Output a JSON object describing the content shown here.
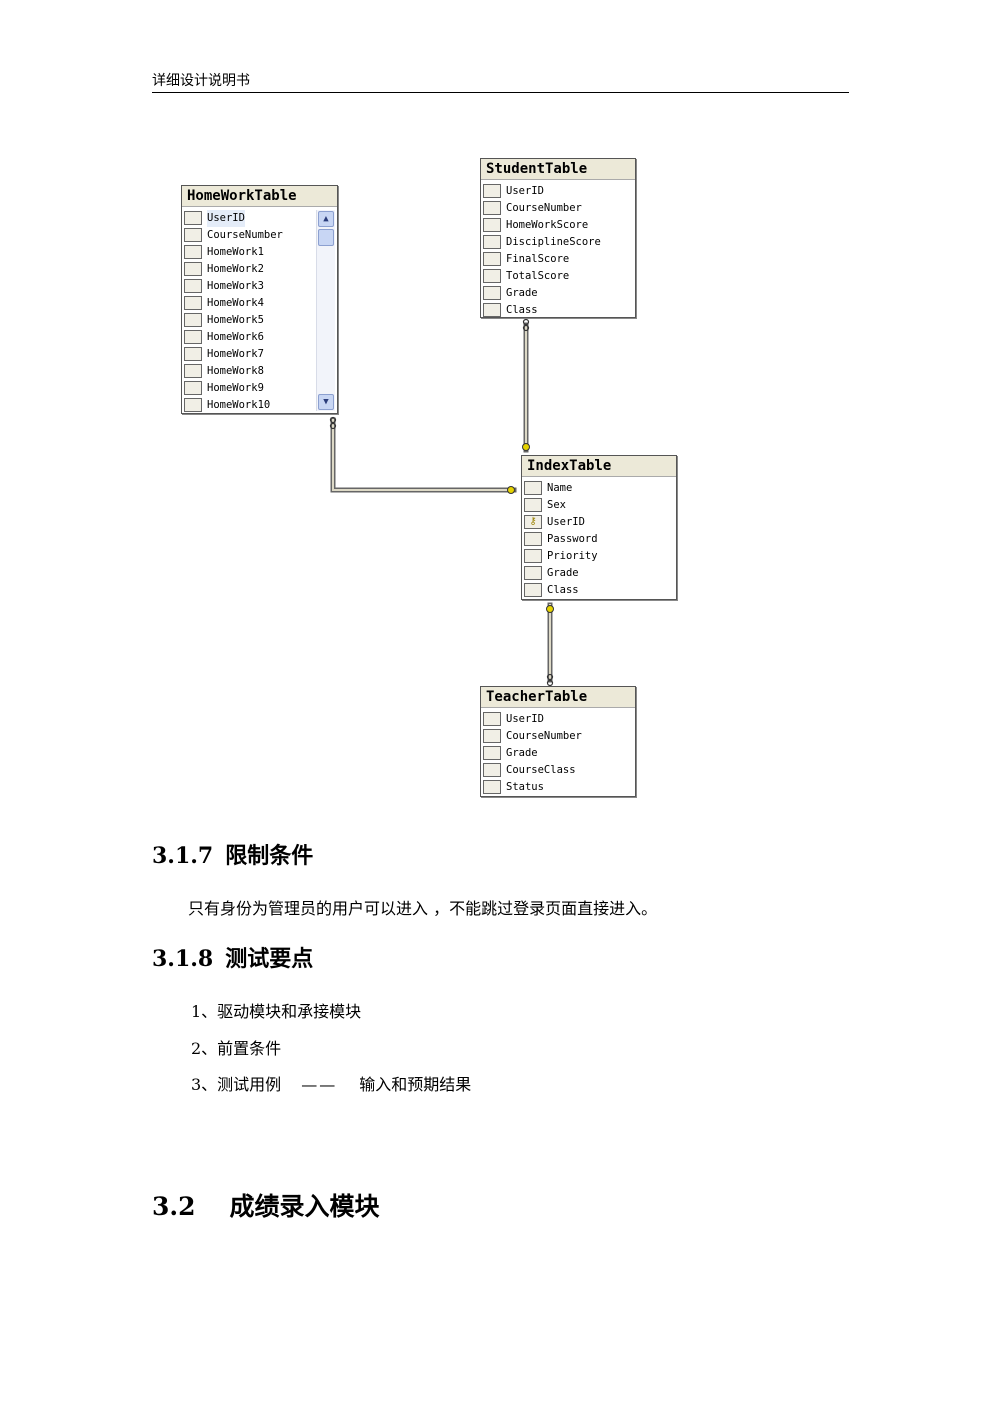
{
  "header": {
    "title": "详细设计说明书"
  },
  "diagram": {
    "tables": [
      {
        "id": "homework",
        "name": "HomeWorkTable",
        "fields": [
          "UserID",
          "CourseNumber",
          "HomeWork1",
          "HomeWork2",
          "HomeWork3",
          "HomeWork4",
          "HomeWork5",
          "HomeWork6",
          "HomeWork7",
          "HomeWork8",
          "HomeWork9",
          "HomeWork10"
        ],
        "key_field": ""
      },
      {
        "id": "student",
        "name": "StudentTable",
        "fields": [
          "UserID",
          "CourseNumber",
          "HomeWorkScore",
          "DisciplineScore",
          "FinalScore",
          "TotalScore",
          "Grade",
          "Class"
        ],
        "key_field": ""
      },
      {
        "id": "index",
        "name": "IndexTable",
        "fields": [
          "Name",
          "Sex",
          "UserID",
          "Password",
          "Priority",
          "Grade",
          "Class"
        ],
        "key_field": "UserID"
      },
      {
        "id": "teacher",
        "name": "TeacherTable",
        "fields": [
          "UserID",
          "CourseNumber",
          "Grade",
          "CourseClass",
          "Status"
        ],
        "key_field": ""
      }
    ],
    "icons": {
      "key": "key-icon",
      "scroll_up": "chevron-up-icon",
      "scroll_down": "chevron-down-icon"
    }
  },
  "sections": {
    "s317": {
      "number": "3.1.7",
      "title": "限制条件",
      "text": "只有身份为管理员的用户可以进入 ，不能跳过登录页面直接进入。"
    },
    "s318": {
      "number": "3.1.8",
      "title": "测试要点",
      "items": [
        {
          "text": "1、驱动模块和承接模块"
        },
        {
          "text": "2、前置条件"
        },
        {
          "text": "3、测试用例",
          "sep": "——",
          "tail": "输入和预期结果"
        }
      ]
    },
    "s32": {
      "number": "3.2",
      "title": "成绩录入模块"
    }
  }
}
